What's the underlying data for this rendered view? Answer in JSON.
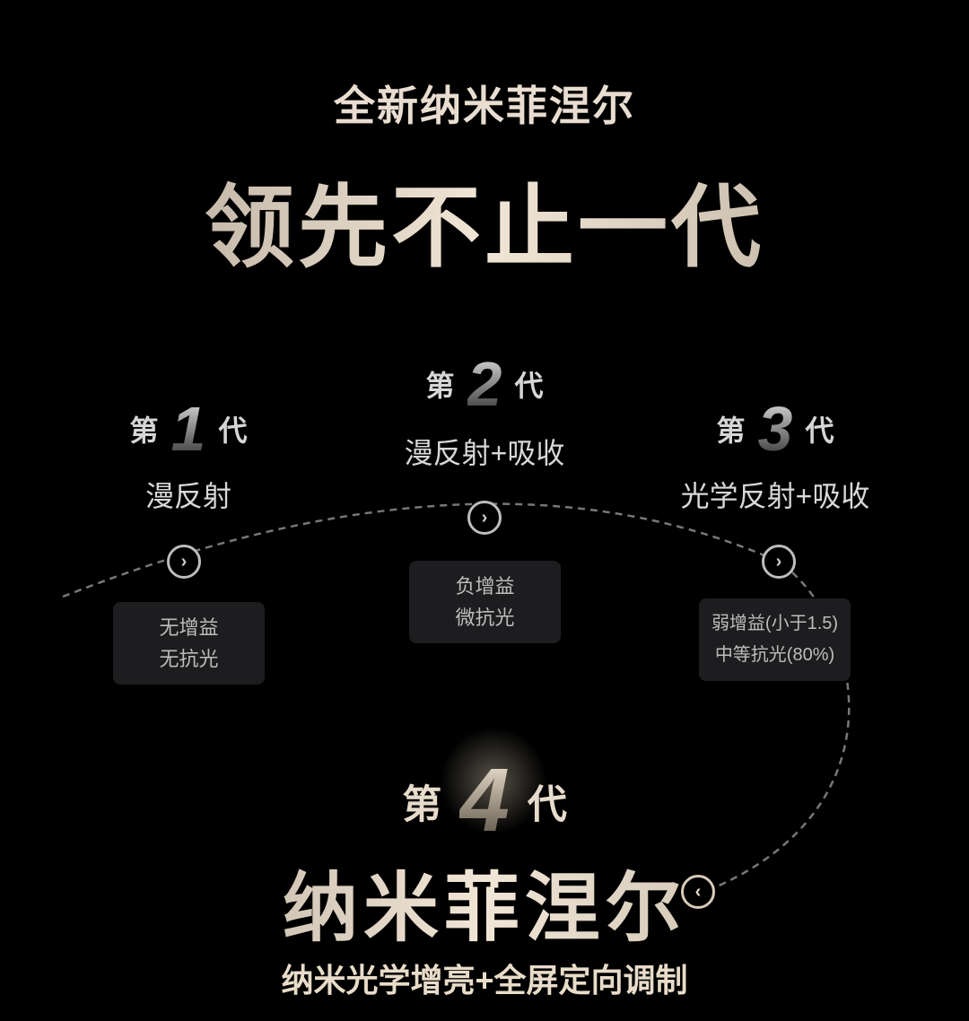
{
  "header": {
    "subtitle": "全新纳米菲涅尔",
    "title": "领先不止一代"
  },
  "generations": [
    {
      "prefix": "第",
      "number": "1",
      "suffix": "代",
      "name": "漫反射",
      "features": [
        "无增益",
        "无抗光"
      ]
    },
    {
      "prefix": "第",
      "number": "2",
      "suffix": "代",
      "name": "漫反射+吸收",
      "features": [
        "负增益",
        "微抗光"
      ]
    },
    {
      "prefix": "第",
      "number": "3",
      "suffix": "代",
      "name": "光学反射+吸收",
      "features": [
        "弱增益(小于1.5)",
        "中等抗光(80%)"
      ]
    }
  ],
  "featured": {
    "prefix": "第",
    "number": "4",
    "suffix": "代",
    "name": "纳米菲涅尔",
    "tagline": "纳米光学增亮+全屏定向调制"
  },
  "colors": {
    "background": "#000000",
    "gold": "#e8dcc9",
    "box": "#1d1d1f"
  }
}
